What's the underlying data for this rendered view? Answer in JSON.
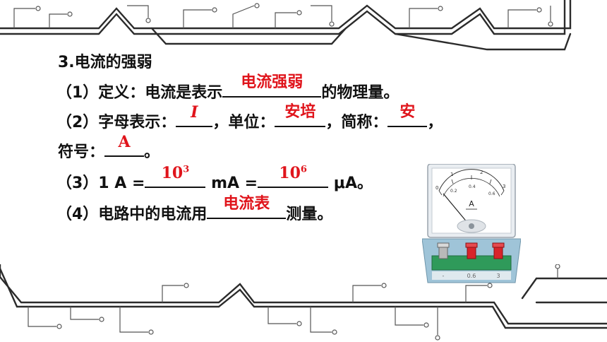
{
  "section_title": "3.电流的强弱",
  "lines": {
    "l1": {
      "prefix": "（1）定义：电流是表示",
      "answer": "电流强弱",
      "suffix": "的物理量。"
    },
    "l2": {
      "prefix": "（2）字母表示：",
      "answer1": "I",
      "mid1": "，单位：",
      "answer2": "安培",
      "mid2": "，简称：",
      "answer3": "安",
      "suffix": "，"
    },
    "l3": {
      "prefix": "符号：",
      "answer": "A",
      "suffix": "。"
    },
    "l4": {
      "prefix": "（3）1 A =",
      "answer1_base": "10",
      "answer1_exp": "3",
      "mid": " mA =",
      "answer2_base": "10",
      "answer2_exp": "6",
      "suffix": " μA。"
    },
    "l5": {
      "prefix": "（4）电路中的电流用",
      "answer": "电流表",
      "suffix": "测量。"
    }
  },
  "ammeter": {
    "dial_symbol": "A",
    "scale_top": [
      "0",
      "1",
      "2",
      "3"
    ],
    "scale_bottom": [
      "0.2",
      "0.4",
      "0.6"
    ],
    "terminals": [
      "-",
      "0.6",
      "3"
    ]
  },
  "colors": {
    "answer": "#e0141b",
    "text": "#111111",
    "decor": "#2b2b2b"
  }
}
